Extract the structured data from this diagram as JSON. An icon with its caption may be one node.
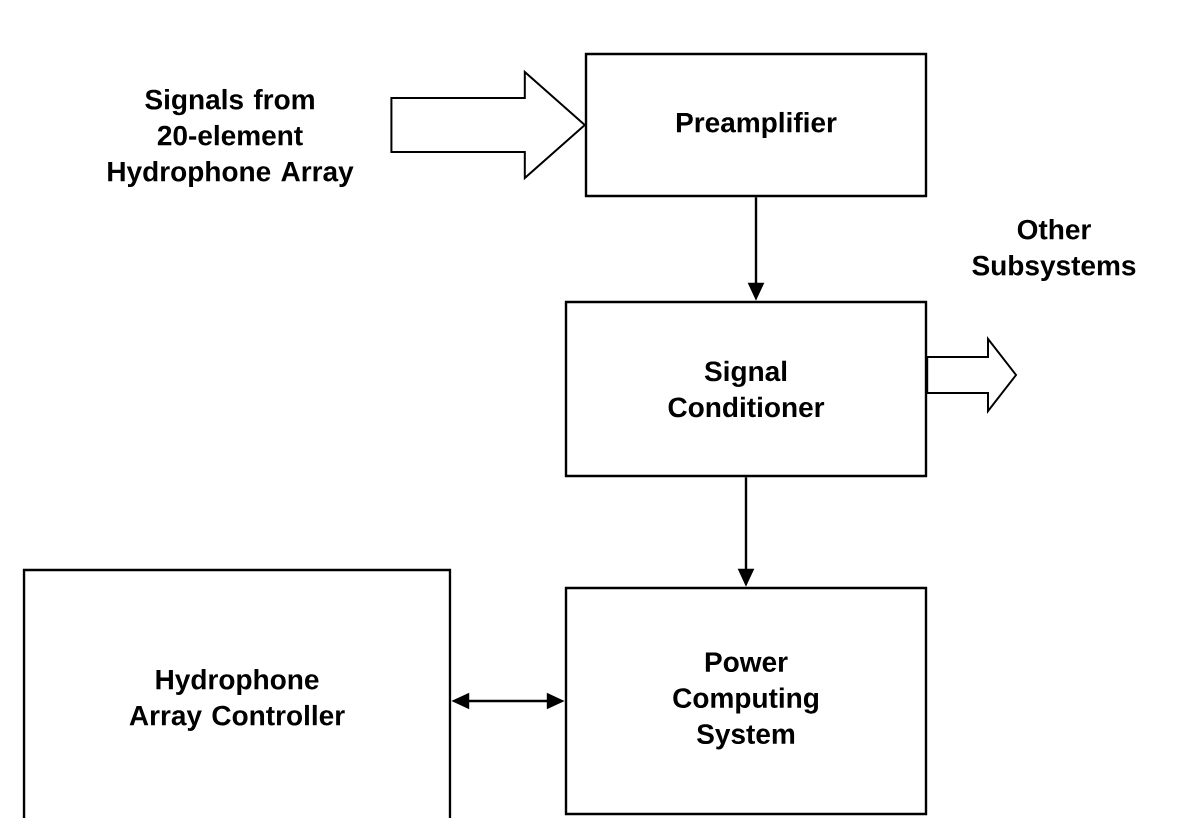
{
  "diagram": {
    "nodes": [
      {
        "text": [
          "Signals from 20-element Hydrophone Array"
        ]
      },
      {
        "text": [
          "Preamplifier"
        ]
      },
      {
        "text": [
          "Signal Conditioner"
        ]
      },
      {
        "text": [
          "Other Subsystems"
        ]
      },
      {
        "text": [
          "Hydrophone Array Controller"
        ]
      },
      {
        "text": [
          "Power Computing System"
        ]
      }
    ],
    "edges": [
      {
        "from": 0,
        "to": 1,
        "arrow": "to",
        "style": "thick"
      },
      {
        "from": 1,
        "to": 2,
        "arrow": "to"
      },
      {
        "from": 2,
        "to": 3,
        "arrow": "to",
        "style": "thick"
      },
      {
        "from": 4,
        "to": 5,
        "arrow": "both"
      },
      {
        "from": 2,
        "to": 5,
        "arrow": "to"
      }
    ]
  }
}
